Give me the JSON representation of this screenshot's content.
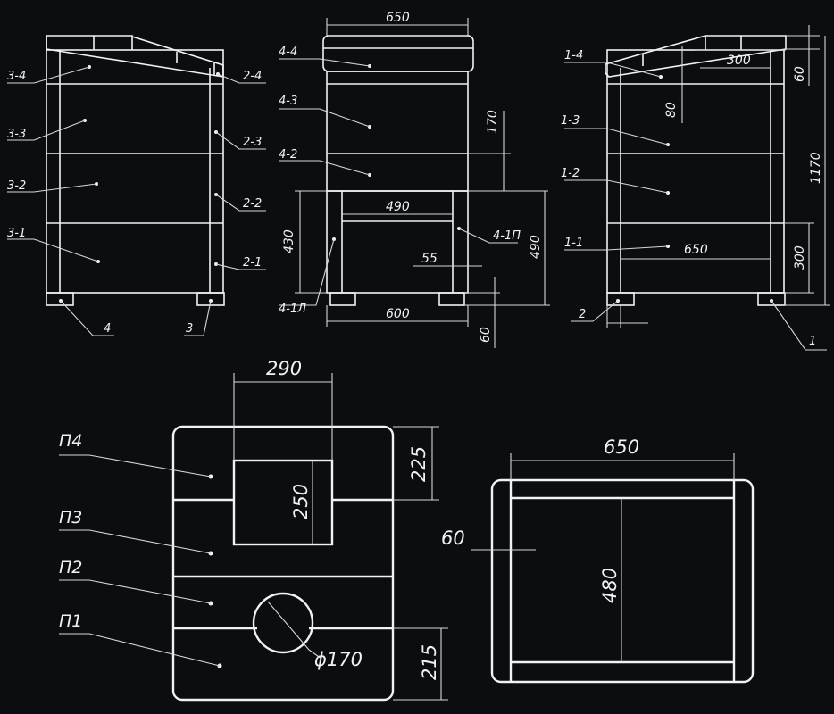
{
  "labels": {
    "front": [
      "3-4",
      "3-3",
      "3-2",
      "3-1",
      "2-4",
      "2-3",
      "2-2",
      "2-1",
      "4",
      "3"
    ],
    "side": [
      "4-4",
      "4-3",
      "4-2",
      "4-1П",
      "4-1Л"
    ],
    "back": [
      "1-4",
      "1-3",
      "1-2",
      "1-1",
      "2",
      "1"
    ],
    "bottom": [
      "П4",
      "П3",
      "П2",
      "П1"
    ]
  },
  "dims": {
    "side_top_width": "650",
    "side_170": "170",
    "side_490_inner": "490",
    "side_490_height": "490",
    "side_430": "430",
    "side_55": "55",
    "side_600": "600",
    "side_60": "60",
    "back_300_top": "300",
    "back_60": "60",
    "back_80": "80",
    "back_1170": "1170",
    "back_650": "650",
    "back_300_bottom": "300",
    "panel_290": "290",
    "panel_225": "225",
    "panel_250": "250",
    "panel_phi170": "ϕ170",
    "panel_215": "215",
    "lid_650": "650",
    "lid_60": "60",
    "lid_480": "480"
  }
}
